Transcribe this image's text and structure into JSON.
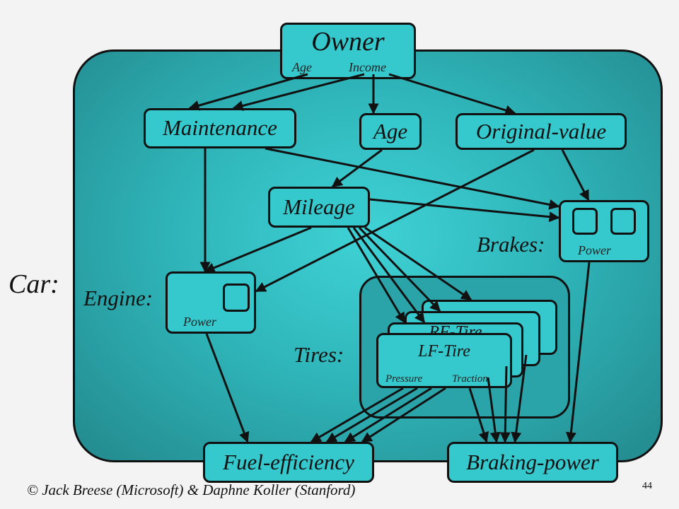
{
  "car": {
    "label": "Car:",
    "owner": {
      "title": "Owner",
      "attr_age": "Age",
      "attr_income": "Income"
    },
    "maintenance": "Maintenance",
    "age": "Age",
    "original_value": "Original-value",
    "mileage": "Mileage",
    "brakes": {
      "label": "Brakes:",
      "attr": "Power"
    },
    "engine": {
      "label": "Engine:",
      "attr": "Power"
    },
    "tires": {
      "label": "Tires:",
      "rf_tire": "RF-Tire",
      "lf_tire": "LF-Tire",
      "attr_pressure": "Pressure",
      "attr_traction": "Traction"
    },
    "fuel_efficiency": "Fuel-efficiency",
    "braking_power": "Braking-power"
  },
  "footer": {
    "credit": "© Jack Breese (Microsoft) & Daphne Koller (Stanford)",
    "page_number": "44"
  },
  "colors": {
    "car_fill": "#259a9e",
    "node_fill": "#35c8cc",
    "tires_fill": "#2ba8ac",
    "slide_bg": "#f3f3f3"
  }
}
